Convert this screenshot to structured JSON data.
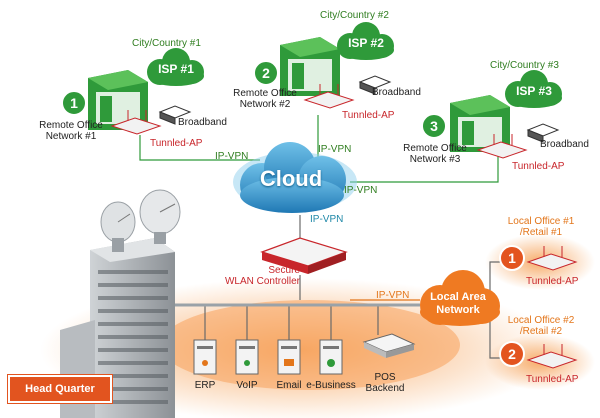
{
  "sites": [
    {
      "city": "City/Country #1",
      "isp": "ISP #1",
      "number": "1",
      "office": "Remote Office\nNetwork #1",
      "broadband": "Broadband",
      "ap": "Tunnled-AP"
    },
    {
      "city": "City/Country #2",
      "isp": "ISP #2",
      "number": "2",
      "office": "Remote Office\nNetwork #2",
      "broadband": "Broadband",
      "ap": "Tunnled-AP"
    },
    {
      "city": "City/Country #3",
      "isp": "ISP #3",
      "number": "3",
      "office": "Remote Office\nNetwork #3",
      "broadband": "Broadband",
      "ap": "Tunnled-AP"
    }
  ],
  "cloud": "Cloud",
  "vpn": {
    "l1": "IP-VPN",
    "l2": "IP-VPN",
    "l3": "IP-VPN",
    "l4": "IP-VPN",
    "l5": "IP-VPN"
  },
  "controller": "Secure\nWLAN Controller",
  "lan": "Local Area\nNetwork",
  "local": [
    {
      "number": "1",
      "name": "Local Office #1\n/Retail #1",
      "ap": "Tunnled-AP"
    },
    {
      "number": "2",
      "name": "Local Office #2\n/Retail #2",
      "ap": "Tunnled-AP"
    }
  ],
  "servers": [
    "ERP",
    "VoIP",
    "Email",
    "e-Business",
    "POS\nBackend"
  ],
  "hq": "Head Quarter",
  "colors": {
    "brand_orange": "#e2541f",
    "cloud_blue": "#2b8fc8",
    "ap_red": "#c8262b",
    "office_green": "#2f9a3a"
  }
}
